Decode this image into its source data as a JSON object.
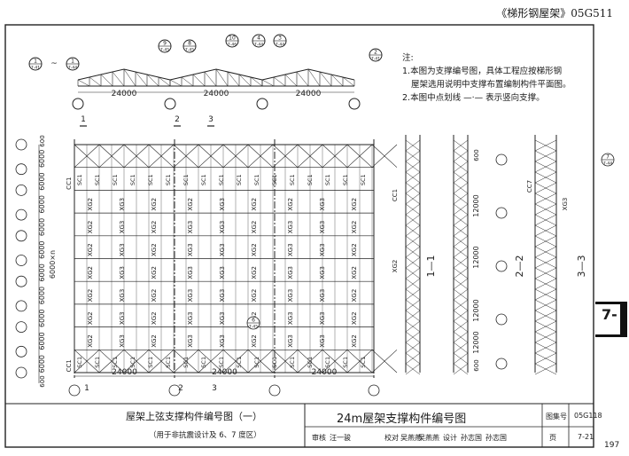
{
  "header": {
    "title": "《梯形钢屋架》05G511"
  },
  "notes": {
    "heading": "注:",
    "line1": "1.本图为支撑编号图，具体工程应按梯形钢",
    "line2": "屋架选用说明中支撑布置编制构件平面图。",
    "line3": "2.本图中点划线 —·— 表示竖向支撑。"
  },
  "truss": {
    "spans": [
      "24000",
      "24000",
      "24000"
    ],
    "callouts": [
      {
        "num": "1",
        "den": "7-41"
      },
      {
        "num": "1",
        "den": "7-44"
      },
      {
        "num": "9",
        "den": "7-45"
      },
      {
        "num": "8",
        "den": "7-45"
      },
      {
        "num": "10",
        "den": "7-46"
      },
      {
        "num": "4",
        "den": "7-44"
      },
      {
        "num": "3",
        "den": "7-44"
      },
      {
        "num": "2",
        "den": "7-41"
      }
    ],
    "tilde": "~"
  },
  "plan": {
    "span_labels": [
      "24000",
      "24000",
      "24000"
    ],
    "section_marks": [
      "1",
      "2",
      "3"
    ],
    "row_dims": [
      "6000",
      "6000",
      "6000",
      "6000",
      "6000",
      "6000",
      "6000",
      "6000",
      "6000",
      "6000",
      "600",
      "600"
    ],
    "span_total": "6000×n",
    "member_xg2": "XG2",
    "member_xg3": "XG3",
    "member_sc1": "SC1",
    "member_cc1": "CC1",
    "callout_mid": {
      "num": "6",
      "den": "7-45"
    }
  },
  "sections": {
    "s1": "1—1",
    "s2": "2—2",
    "s3": "3—3",
    "dims": [
      "12000",
      "12000",
      "12000",
      "12000",
      "600",
      "600"
    ],
    "callout": {
      "num": "7",
      "den": "7-44"
    },
    "members": [
      "CC1",
      "XG2",
      "XG3",
      "CC7"
    ]
  },
  "caption": {
    "title": "屋架上弦支撑构件编号图（一）",
    "sub": "（用于非抗震设计及 6、7 度区）"
  },
  "title_block": {
    "drawing_title": "24m屋架支撑构件编号图",
    "atlas_label": "图集号",
    "atlas_no": "05G118",
    "page_label": "页",
    "page_no": "7-21",
    "row": [
      "审核",
      "汪一骏",
      "校对",
      "吴燕燕",
      "吴燕燕",
      "设计",
      "孙志国",
      "孙志国",
      "页",
      "7-21"
    ]
  },
  "side_tab": "7-",
  "page_number": "197"
}
